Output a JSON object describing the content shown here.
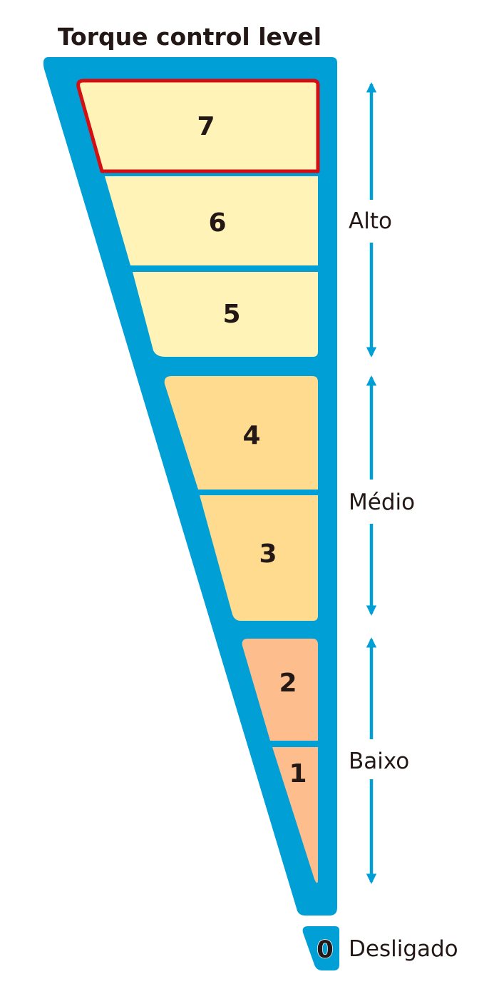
{
  "title": "Torque control level",
  "levels": [
    {
      "label": "7",
      "color": "#FFF3B8",
      "selected": true
    },
    {
      "label": "6",
      "color": "#FFF3B8"
    },
    {
      "label": "5",
      "color": "#FFF3B8"
    },
    {
      "label": "4",
      "color": "#FEDB8F"
    },
    {
      "label": "3",
      "color": "#FEDB8F"
    },
    {
      "label": "2",
      "color": "#FDBD8C"
    },
    {
      "label": "1",
      "color": "#FDBD8C"
    }
  ],
  "ranges": [
    {
      "label": "Alto",
      "levels": [
        "5",
        "6",
        "7"
      ]
    },
    {
      "label": "Médio",
      "levels": [
        "3",
        "4"
      ]
    },
    {
      "label": "Baixo",
      "levels": [
        "1",
        "2"
      ]
    }
  ],
  "off": {
    "value": "0",
    "label": "Desligado"
  },
  "colors": {
    "frame": "#009FD6",
    "selection_border": "#D40F14",
    "arrow": "#009FD6",
    "text": "#231815"
  }
}
